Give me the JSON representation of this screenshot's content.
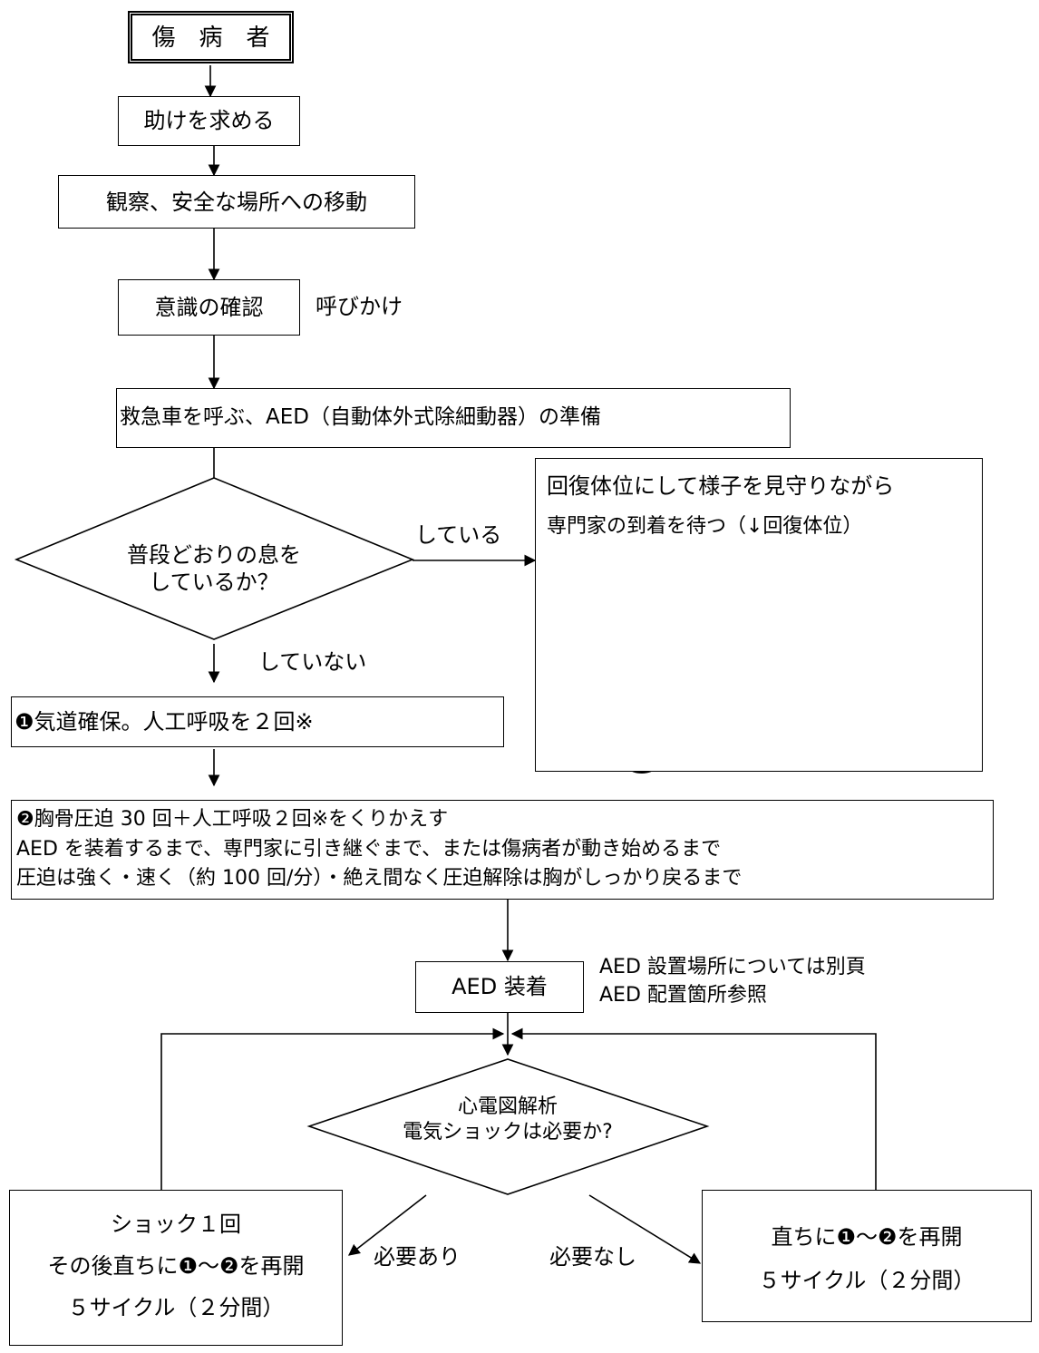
{
  "nodes": {
    "patient": "傷　病　者",
    "call_help": "助けを求める",
    "observe": "観察、安全な場所への移動",
    "consciousness": "意識の確認",
    "call_ambulance": "救急車を呼ぶ、AED（自動体外式除細動器）の準備",
    "breathing_line1": "普段どおりの息を",
    "breathing_line2": "しているか？",
    "recovery_line1": "回復体位にして様子を見守りながら",
    "recovery_line2": "専門家の到着を待つ（↓回復体位）",
    "airway": "❶気道確保。人工呼吸を２回※",
    "cpr_line1": "❷胸骨圧迫 30 回＋人工呼吸２回※をくりかえす",
    "cpr_line2": "AED を装着するまで、専門家に引き継ぐまで、または傷病者が動き始めるまで",
    "cpr_line3": "圧迫は強く・速く（約 100 回/分）・絶え間なく圧迫解除は胸がしっかり戻るまで",
    "aed_attach": "AED 装着",
    "ecg_line1": "心電図解析",
    "ecg_line2": "電気ショックは必要か?",
    "shock_line1": "ショック１回",
    "shock_line2": "その後直ちに❶～❷を再開",
    "shock_line3": "５サイクル（２分間）",
    "resume_line1": "直ちに❶～❷を再開",
    "resume_line2": "５サイクル（２分間）"
  },
  "labels": {
    "call_out": "呼びかけ",
    "yes_breathing": "している",
    "no_breathing": "していない",
    "aed_note_line1": "AED 設置場所については別頁",
    "aed_note_line2": "AED 配置箇所参照",
    "shock_needed": "必要あり",
    "shock_not_needed": "必要なし"
  },
  "colors": {
    "figure_clothing": "#2e7d78",
    "figure_shadow": "#8a8a8a",
    "figure_skin": "#f6e3cf"
  }
}
